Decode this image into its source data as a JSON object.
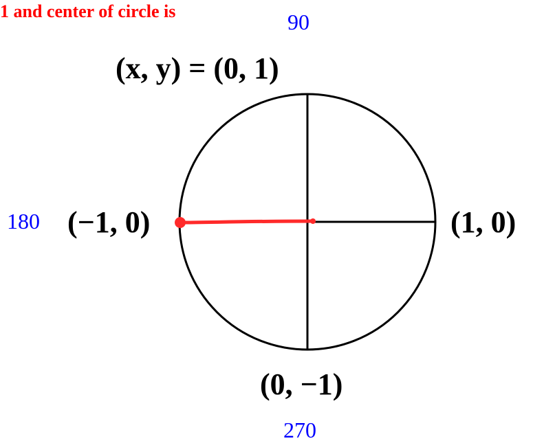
{
  "caption": "1 and center of circle is",
  "angles": {
    "deg_90": "90",
    "deg_180": "180",
    "deg_270": "270"
  },
  "points": {
    "top": "(x, y) = (0, 1)",
    "left": "(−1, 0)",
    "right": "(1, 0)",
    "bottom": "(0, −1)"
  },
  "colors": {
    "caption": "#ff0000",
    "angle_labels": "#0000ff",
    "radius_marker": "#ff0000",
    "circle": "#000000"
  }
}
